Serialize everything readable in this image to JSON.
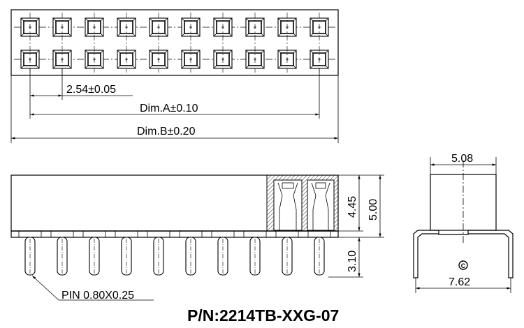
{
  "dimensions": {
    "pitch": "2.54±0.05",
    "dim_a": "Dim.A±0.10",
    "dim_b": "Dim.B±0.20",
    "height_body": "4.45",
    "height_total": "5.00",
    "pin_length": "3.10",
    "side_width_top": "5.08",
    "side_width_bottom": "7.62"
  },
  "pin_note": "PIN 0.80X0.25",
  "part_number": "P/N:2214TB-XXG-07",
  "symbol": "C",
  "layout": {
    "columns": 10,
    "rows": 2
  }
}
